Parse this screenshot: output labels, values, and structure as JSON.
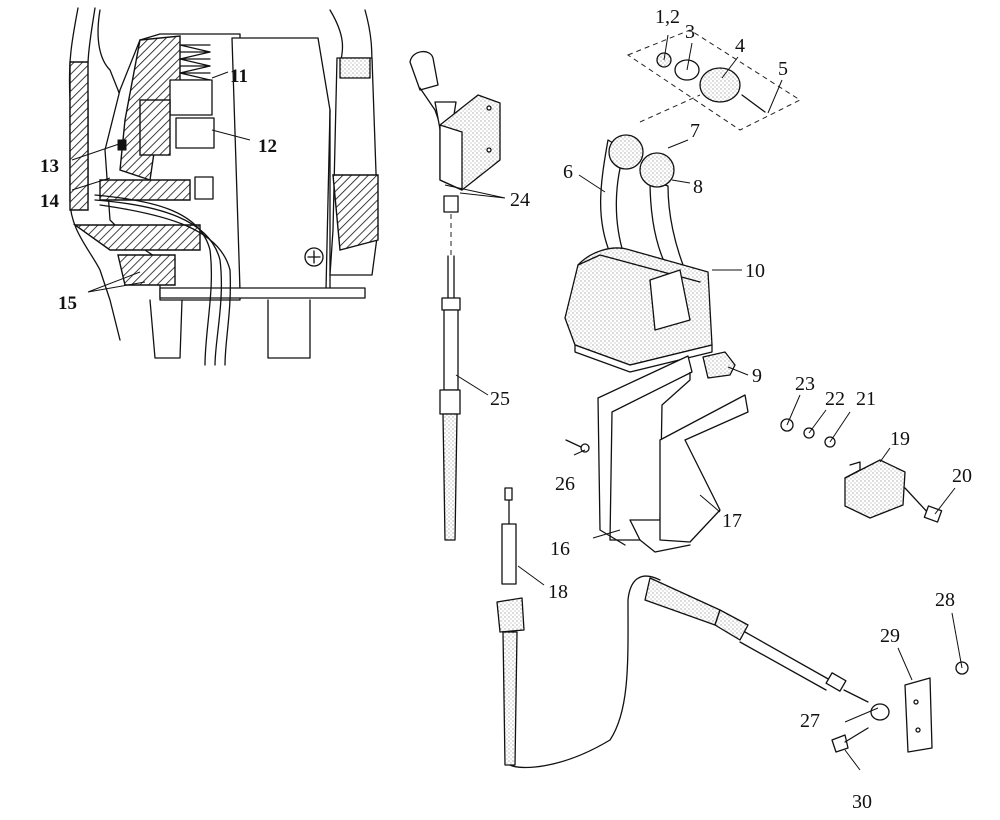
{
  "callouts": {
    "c1_2": "1,2",
    "c3": "3",
    "c4": "4",
    "c5": "5",
    "c6": "6",
    "c7": "7",
    "c8": "8",
    "c9": "9",
    "c10": "10",
    "c11": "11",
    "c12": "12",
    "c13": "13",
    "c14": "14",
    "c15": "15",
    "c16": "16",
    "c17": "17",
    "c18": "18",
    "c19": "19",
    "c20": "20",
    "c21": "21",
    "c22": "22",
    "c23": "23",
    "c24": "24",
    "c25": "25",
    "c26": "26",
    "c27": "27",
    "c28": "28",
    "c29": "29",
    "c30": "30"
  }
}
